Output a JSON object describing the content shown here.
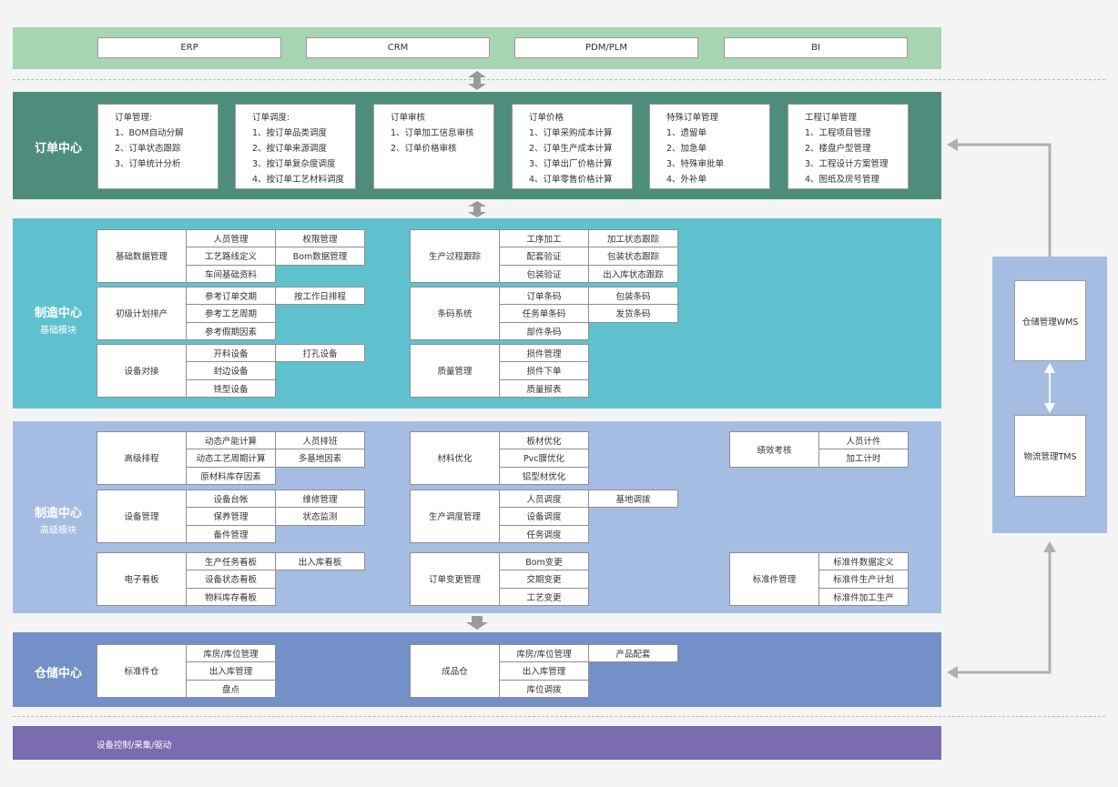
{
  "top_systems": [
    "ERP",
    "CRM",
    "PDM/PLM",
    "BI"
  ],
  "order_center": {
    "label": "订单中心",
    "cards": [
      {
        "title": "订单管理:",
        "items": [
          "1、BOM自动分解",
          "2、订单状态跟踪",
          "3、订单统计分析"
        ]
      },
      {
        "title": "订单调度:",
        "items": [
          "1、按订单品类调度",
          "2、按订单来源调度",
          "3、按订单复杂度调度",
          "4、按订单工艺材料调度"
        ]
      },
      {
        "title": "订单审核",
        "items": [
          "1、订单加工信息审核",
          "2、订单价格审核"
        ]
      },
      {
        "title": "订单价格",
        "items": [
          "1、订单采购成本计算",
          "2、订单生产成本计算",
          "3、订单出厂价格计算",
          "4、订单零售价格计算"
        ]
      },
      {
        "title": "特殊订单管理",
        "items": [
          "1、遗留单",
          "2、加急单",
          "3、特殊审批单",
          "4、外补单"
        ]
      },
      {
        "title": "工程订单管理",
        "items": [
          "1、工程项目管理",
          "2、楼盘户型管理",
          "3、工程设计方案管理",
          "4、图纸及房号管理"
        ]
      }
    ]
  },
  "mfg_basic": {
    "label": "制造中心",
    "sub": "基础模块",
    "groups": [
      {
        "name": "基础数据管理",
        "col1": [
          "人员管理",
          "工艺路线定义",
          "车间基础资料"
        ],
        "col2": [
          "权限管理",
          "Bom数据管理"
        ]
      },
      {
        "name": "初级计划排产",
        "col1": [
          "参考订单交期",
          "参考工艺周期",
          "参考假期因素"
        ],
        "col2": [
          "按工作日排程"
        ]
      },
      {
        "name": "设备对接",
        "col1": [
          "开料设备",
          "封边设备",
          "铣型设备"
        ],
        "col2": [
          "打孔设备"
        ]
      },
      {
        "name": "生产过程跟踪",
        "col1": [
          "工序加工",
          "配套验证",
          "包装验证"
        ],
        "col2": [
          "加工状态跟踪",
          "包装状态跟踪",
          "出入库状态跟踪"
        ]
      },
      {
        "name": "条码系统",
        "col1": [
          "订单条码",
          "任务单条码",
          "部件条码"
        ],
        "col2": [
          "包装条码",
          "发货条码"
        ]
      },
      {
        "name": "质量管理",
        "col1": [
          "损件管理",
          "损件下单",
          "质量报表"
        ],
        "col2": []
      }
    ]
  },
  "mfg_adv": {
    "label": "制造中心",
    "sub": "高级模块",
    "groups": [
      {
        "name": "高级排程",
        "col1": [
          "动态产能计算",
          "动态工艺周期计算",
          "原材料库存因素"
        ],
        "col2": [
          "人员排班",
          "多基地因素"
        ]
      },
      {
        "name": "设备管理",
        "col1": [
          "设备台帐",
          "保养管理",
          "备件管理"
        ],
        "col2": [
          "维修管理",
          "状态监测"
        ]
      },
      {
        "name": "电子看板",
        "col1": [
          "生产任务看板",
          "设备状态看板",
          "物料库存看板"
        ],
        "col2": [
          "出入库看板"
        ]
      },
      {
        "name": "材料优化",
        "col1": [
          "板材优化",
          "Pvc膜优化",
          "铝型材优化"
        ],
        "col2": []
      },
      {
        "name": "生产调度管理",
        "col1": [
          "人员调度",
          "设备调度",
          "任务调度"
        ],
        "col2": [
          "基地调拨"
        ]
      },
      {
        "name": "订单变更管理",
        "col1": [
          "Bom变更",
          "交期变更",
          "工艺变更"
        ],
        "col2": []
      },
      {
        "name": "绩效考核",
        "col1": [
          "人员计件",
          "加工计时"
        ],
        "col2": []
      },
      {
        "name": "标准件管理",
        "col1": [
          "标准件数据定义",
          "标准件生产计划",
          "标准件加工生产"
        ],
        "col2": []
      }
    ]
  },
  "warehouse": {
    "label": "仓储中心",
    "groups": [
      {
        "name": "标准件仓",
        "col1": [
          "库房/库位管理",
          "出入库管理",
          "盘点"
        ],
        "col2": []
      },
      {
        "name": "成品仓",
        "col1": [
          "库房/库位管理",
          "出入库管理",
          "库位调拨"
        ],
        "col2": [
          "产品配套"
        ]
      }
    ]
  },
  "device_layer": {
    "label": "设备控制/采集/驱动"
  },
  "side": {
    "wms": "仓储管理WMS",
    "tms": "物流管理TMS"
  },
  "colors": {
    "top_band": "#a8d5b1",
    "order_band": "#4e8d7b",
    "basic_band": "#5fc1ce",
    "adv_band": "#a5bde3",
    "wh_band": "#7390c8",
    "device_band": "#7b6bb0",
    "side_panel": "#a5bde3"
  }
}
